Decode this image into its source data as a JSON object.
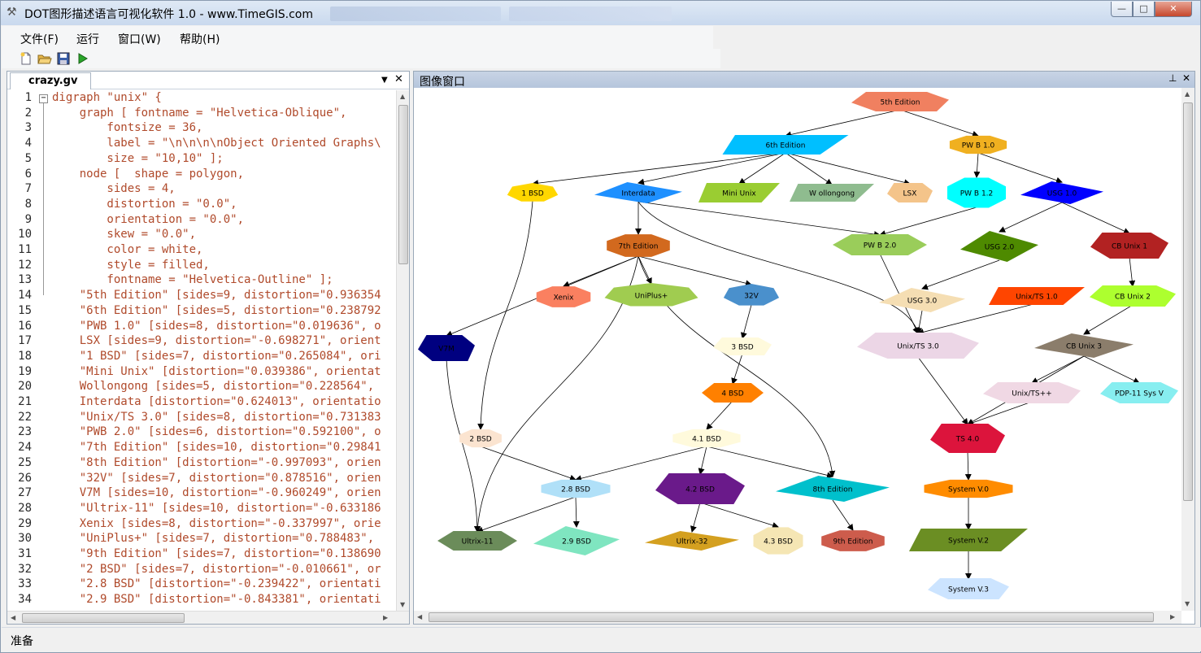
{
  "window": {
    "title": "DOT图形描述语言可视化软件 1.0 - www.TimeGIS.com",
    "min_glyph": "—",
    "max_glyph": "□",
    "close_glyph": "✕"
  },
  "menu": {
    "items": [
      {
        "label": "文件(F)"
      },
      {
        "label": "运行"
      },
      {
        "label": "窗口(W)"
      },
      {
        "label": "帮助(H)"
      }
    ]
  },
  "toolbar": {
    "buttons": [
      {
        "icon": "new-file-icon"
      },
      {
        "icon": "open-folder-icon"
      },
      {
        "icon": "save-icon"
      },
      {
        "icon": "run-icon"
      }
    ]
  },
  "editor": {
    "tab_label": "crazy.gv",
    "lines": [
      {
        "n": "1",
        "text": "digraph \"unix\" {"
      },
      {
        "n": "2",
        "text": "    graph [ fontname = \"Helvetica-Oblique\","
      },
      {
        "n": "3",
        "text": "        fontsize = 36,"
      },
      {
        "n": "4",
        "text": "        label = \"\\n\\n\\n\\nObject Oriented Graphs\\"
      },
      {
        "n": "5",
        "text": "        size = \"10,10\" ];"
      },
      {
        "n": "6",
        "text": "    node [  shape = polygon,"
      },
      {
        "n": "7",
        "text": "        sides = 4,"
      },
      {
        "n": "8",
        "text": "        distortion = \"0.0\","
      },
      {
        "n": "9",
        "text": "        orientation = \"0.0\","
      },
      {
        "n": "10",
        "text": "        skew = \"0.0\","
      },
      {
        "n": "11",
        "text": "        color = white,"
      },
      {
        "n": "12",
        "text": "        style = filled,"
      },
      {
        "n": "13",
        "text": "        fontname = \"Helvetica-Outline\" ];"
      },
      {
        "n": "14",
        "text": "    \"5th Edition\" [sides=9, distortion=\"0.936354"
      },
      {
        "n": "15",
        "text": "    \"6th Edition\" [sides=5, distortion=\"0.238792"
      },
      {
        "n": "16",
        "text": "    \"PWB 1.0\" [sides=8, distortion=\"0.019636\", o"
      },
      {
        "n": "17",
        "text": "    LSX [sides=9, distortion=\"-0.698271\", orient"
      },
      {
        "n": "18",
        "text": "    \"1 BSD\" [sides=7, distortion=\"0.265084\", ori"
      },
      {
        "n": "19",
        "text": "    \"Mini Unix\" [distortion=\"0.039386\", orientat"
      },
      {
        "n": "20",
        "text": "    Wollongong [sides=5, distortion=\"0.228564\","
      },
      {
        "n": "21",
        "text": "    Interdata [distortion=\"0.624013\", orientatio"
      },
      {
        "n": "22",
        "text": "    \"Unix/TS 3.0\" [sides=8, distortion=\"0.731383"
      },
      {
        "n": "23",
        "text": "    \"PWB 2.0\" [sides=6, distortion=\"0.592100\", o"
      },
      {
        "n": "24",
        "text": "    \"7th Edition\" [sides=10, distortion=\"0.29841"
      },
      {
        "n": "25",
        "text": "    \"8th Edition\" [distortion=\"-0.997093\", orien"
      },
      {
        "n": "26",
        "text": "    \"32V\" [sides=7, distortion=\"0.878516\", orien"
      },
      {
        "n": "27",
        "text": "    V7M [sides=10, distortion=\"-0.960249\", orien"
      },
      {
        "n": "28",
        "text": "    \"Ultrix-11\" [sides=10, distortion=\"-0.633186"
      },
      {
        "n": "29",
        "text": "    Xenix [sides=8, distortion=\"-0.337997\", orie"
      },
      {
        "n": "30",
        "text": "    \"UniPlus+\" [sides=7, distortion=\"0.788483\","
      },
      {
        "n": "31",
        "text": "    \"9th Edition\" [sides=7, distortion=\"0.138690"
      },
      {
        "n": "32",
        "text": "    \"2 BSD\" [sides=7, distortion=\"-0.010661\", or"
      },
      {
        "n": "33",
        "text": "    \"2.8 BSD\" [distortion=\"-0.239422\", orientati"
      },
      {
        "n": "34",
        "text": "    \"2.9 BSD\" [distortion=\"-0.843381\", orientati"
      }
    ]
  },
  "graph_window": {
    "title": "图像窗口",
    "pin_glyph": "⊥",
    "close_glyph": "✕",
    "nodes": [
      {
        "id": "5th",
        "label": "5th Edition",
        "color": "#f08060"
      },
      {
        "id": "6th",
        "label": "6th Edition",
        "color": "#00bfff"
      },
      {
        "id": "pwb10",
        "label": "PW B 1.0",
        "color": "#f0b020"
      },
      {
        "id": "1bsd",
        "label": "1 BSD",
        "color": "#ffd700"
      },
      {
        "id": "interdata",
        "label": "Interdata",
        "color": "#1e90ff"
      },
      {
        "id": "mini",
        "label": "Mini Unix",
        "color": "#9acd32"
      },
      {
        "id": "woll",
        "label": "W ollongong",
        "color": "#8fbc8f"
      },
      {
        "id": "lsx",
        "label": "LSX",
        "color": "#f4c48a"
      },
      {
        "id": "pwb12",
        "label": "PW B 1.2",
        "color": "#00ffff"
      },
      {
        "id": "usg10",
        "label": "USG 1.0",
        "color": "#0000ff"
      },
      {
        "id": "7th",
        "label": "7th Edition",
        "color": "#d2691e"
      },
      {
        "id": "pwb20",
        "label": "PW B 2.0",
        "color": "#9acd5a"
      },
      {
        "id": "usg20",
        "label": "USG 2.0",
        "color": "#4e8a00"
      },
      {
        "id": "cb1",
        "label": "CB Unix 1",
        "color": "#b22222"
      },
      {
        "id": "xenix",
        "label": "Xenix",
        "color": "#fa8060"
      },
      {
        "id": "uniplus",
        "label": "UniPlus+",
        "color": "#a0cc50"
      },
      {
        "id": "32v",
        "label": "32V",
        "color": "#4a90cc"
      },
      {
        "id": "usg30",
        "label": "USG 3.0",
        "color": "#f5deb3"
      },
      {
        "id": "uts10",
        "label": "Unix/TS 1.0",
        "color": "#ff4500"
      },
      {
        "id": "cb2",
        "label": "CB Unix 2",
        "color": "#adff2f"
      },
      {
        "id": "v7m",
        "label": "V7M",
        "color": "#000080"
      },
      {
        "id": "3bsd",
        "label": "3 BSD",
        "color": "#fffadc"
      },
      {
        "id": "uts30",
        "label": "Unix/TS 3.0",
        "color": "#ecd6e6"
      },
      {
        "id": "cb3",
        "label": "CB Unix 3",
        "color": "#8b7d6b"
      },
      {
        "id": "4bsd",
        "label": "4 BSD",
        "color": "#ff8000"
      },
      {
        "id": "utspp",
        "label": "Unix/TS++",
        "color": "#f0d8e4"
      },
      {
        "id": "pdp",
        "label": "PDP-11 Sys V",
        "color": "#87eef0"
      },
      {
        "id": "2bsd",
        "label": "2 BSD",
        "color": "#fbe4d0"
      },
      {
        "id": "41bsd",
        "label": "4.1 BSD",
        "color": "#fffadc"
      },
      {
        "id": "ts40",
        "label": "TS 4.0",
        "color": "#dc143c"
      },
      {
        "id": "28bsd",
        "label": "2.8 BSD",
        "color": "#b0e0f8"
      },
      {
        "id": "42bsd",
        "label": "4.2 BSD",
        "color": "#6a1a8a"
      },
      {
        "id": "8th",
        "label": "8th Edition",
        "color": "#00c0cc"
      },
      {
        "id": "sv0",
        "label": "System V.0",
        "color": "#ff8c00"
      },
      {
        "id": "ultrix",
        "label": "Ultrix-11",
        "color": "#6b8c5a"
      },
      {
        "id": "29bsd",
        "label": "2.9 BSD",
        "color": "#7fe5c0"
      },
      {
        "id": "ultrix32",
        "label": "Ultrix-32",
        "color": "#d4a020"
      },
      {
        "id": "43bsd",
        "label": "4.3 BSD",
        "color": "#f5e6b4"
      },
      {
        "id": "9th",
        "label": "9th Edition",
        "color": "#cd5c4c"
      },
      {
        "id": "sv2",
        "label": "System V.2",
        "color": "#6b8e23"
      },
      {
        "id": "sv3",
        "label": "System V.3",
        "color": "#cce4ff"
      }
    ]
  },
  "status": {
    "text": "准备"
  }
}
